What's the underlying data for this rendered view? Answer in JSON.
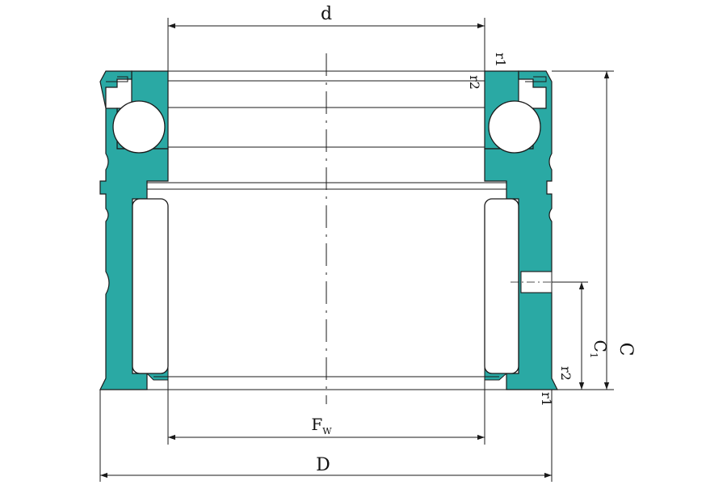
{
  "colors": {
    "section_fill": "#2aa9a4",
    "line": "#1a1a1a",
    "background": "#ffffff"
  },
  "labels": {
    "d": "d",
    "D": "D",
    "Fw_main": "F",
    "Fw_sub": "W",
    "C": "C",
    "C1_main": "C",
    "C1_sub": "1",
    "r1_top": "r1",
    "r2_top": "r2",
    "r2_bottom": "r2",
    "r1_bottom": "r1"
  }
}
